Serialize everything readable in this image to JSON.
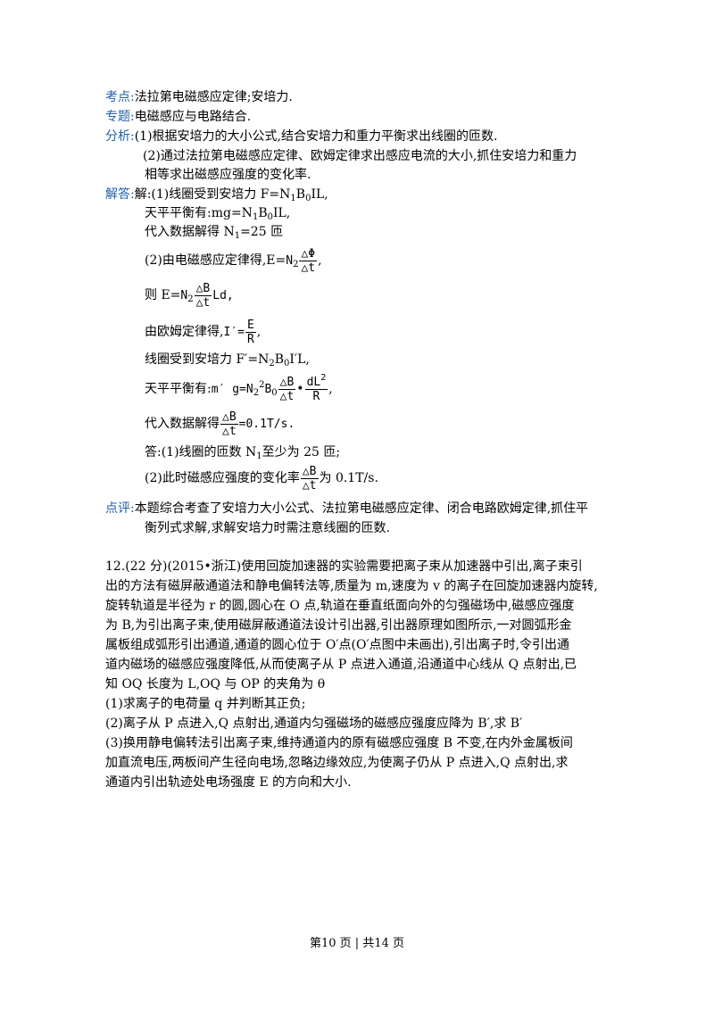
{
  "kaodian": {
    "label": "考点:",
    "text": "法拉第电磁感应定律;安培力."
  },
  "zhuanti": {
    "label": "专题:",
    "text": "电磁感应与电路结合."
  },
  "fenxi": {
    "label": "分析:",
    "p1": "(1)根据安培力的大小公式,结合安培力和重力平衡求出线圈的匝数.",
    "p2_line1": "(2)通过法拉第电磁感应定律、欧姆定律求出感应电流的大小,抓住安培力和重力",
    "p2_line2": "相等求出磁感应强度的变化率."
  },
  "jieda": {
    "label": "解答:",
    "l1": "解:(1)线圈受到安培力 F=N",
    "l1_s1": "1",
    "l1_b": "B",
    "l1_s2": "0",
    "l1_end": "IL,",
    "l2": "天平平衡有:mg=N",
    "l2_s1": "1",
    "l2_b": "B",
    "l2_s2": "0",
    "l2_end": "IL,",
    "l3": "代入数据解得 N",
    "l3_s": "1",
    "l3_end": "=25 匝",
    "l4_pre": "(2)由电磁感应定律得,E=",
    "l4_n": "N",
    "l4_s": "2",
    "l4_num": "△Φ",
    "l4_den": "△t",
    "l4_end": ",",
    "l5_pre": "则 E=",
    "l5_n": "N",
    "l5_s": "2",
    "l5_num": "△B",
    "l5_den": "△t",
    "l5_end": "Ld,",
    "l6_pre": "由欧姆定律得,",
    "l6_i": "I′=",
    "l6_num": "E",
    "l6_den": "R",
    "l6_end": ",",
    "l7": "线圈受到安培力 F′=N",
    "l7_s1": "2",
    "l7_b": "B",
    "l7_s2": "0",
    "l7_end": "I′L,",
    "l8_pre": "天平平衡有:",
    "l8_m": "m′ g=N",
    "l8_s": "2",
    "l8_sup": "2",
    "l8_b": "B",
    "l8_s0": "0",
    "l8_num1": "△B",
    "l8_den1": "△t",
    "l8_dot": "•",
    "l8_num2": "dL",
    "l8_num2_sup": "2",
    "l8_den2": "R",
    "l8_end": ",",
    "l9_pre": "代入数据解得",
    "l9_num": "△B",
    "l9_den": "△t",
    "l9_end": "=0.1T/s.",
    "l10": "答:(1)线圈的匝数 N",
    "l10_s": "1",
    "l10_end": "至少为 25 匝;",
    "l11_pre": "(2)此时磁感应强度的变化率",
    "l11_num": "△B",
    "l11_den": "△t",
    "l11_end": "为 0.1T/s."
  },
  "dianping": {
    "label": "点评:",
    "line1": "本题综合考查了安培力大小公式、法拉第电磁感应定律、闭合电路欧姆定律,抓住平",
    "line2": "衡列式求解,求解安培力时需注意线圈的匝数."
  },
  "problem12": {
    "line1": "12.(22 分)(2015•浙江)使用回旋加速器的实验需要把离子束从加速器中引出,离子束引",
    "line2": "出的方法有磁屏蔽通道法和静电偏转法等,质量为 m,速度为 v 的离子在回旋加速器内旋转,",
    "line3": "旋转轨道是半径为 r 的圆,圆心在 O 点,轨道在垂直纸面向外的匀强磁场中,磁感应强度",
    "line4": "为 B,为引出离子束,使用磁屏蔽通道法设计引出器,引出器原理如图所示,一对圆弧形金",
    "line5": "属板组成弧形引出通道,通道的圆心位于 O′点(O′点图中未画出),引出离子时,令引出通",
    "line6": "道内磁场的磁感应强度降低,从而使离子从 P 点进入通道,沿通道中心线从 Q 点射出,已",
    "line7": "知 OQ 长度为 L,OQ 与 OP 的夹角为 θ",
    "q1": "(1)求离子的电荷量 q 并判断其正负;",
    "q2": "(2)离子从 P 点进入,Q 点射出,通道内匀强磁场的磁感应强度应降为 B′,求 B′",
    "q3_line1": "(3)换用静电偏转法引出离子束,维持通道内的原有磁感应强度 B 不变,在内外金属板间",
    "q3_line2": "加直流电压,两板间产生径向电场,忽略边缘效应,为使离子仍从 P 点进入,Q 点射出,求",
    "q3_line3": "通道内引出轨迹处电场强度 E 的方向和大小."
  },
  "footer": {
    "text": "第10 页 | 共14 页"
  },
  "colors": {
    "label": "#1f5fa8",
    "text": "#000000"
  }
}
